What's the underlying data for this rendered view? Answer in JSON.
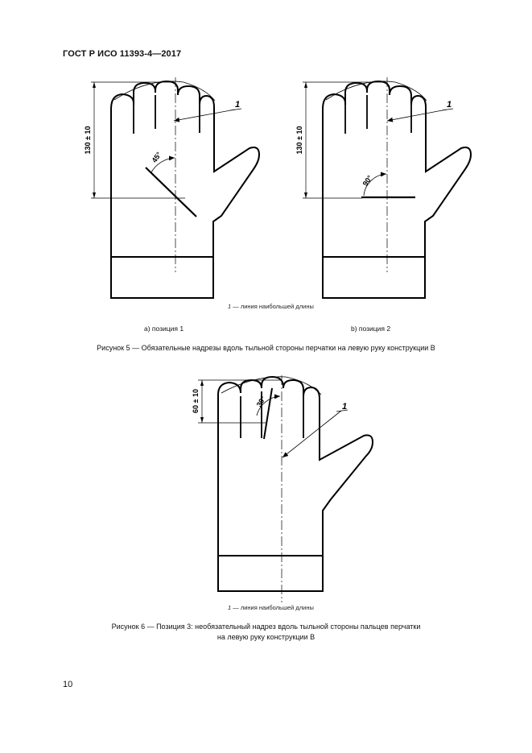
{
  "header": {
    "standard": "ГОСТ Р ИСО 11393-4—2017"
  },
  "figure5": {
    "dim_label": "130 ± 10",
    "callout": "1",
    "angle_a": "45°",
    "angle_b": "90°",
    "legend_num": "1",
    "legend_text": " — линия наибольшей длины",
    "sub_a": "a) позиция 1",
    "sub_b": "b) позиция 2",
    "caption": "Рисунок 5 — Обязательные надрезы вдоль тыльной стороны перчатки на левую руку конструкции B"
  },
  "figure6": {
    "dim_label": "60 ± 10",
    "callout": "1",
    "angle": "30°",
    "legend_num": "1",
    "legend_text": " — линия наибольшей длины",
    "caption_line1": "Рисунок 6 — Позиция 3: необязательный надрез вдоль тыльной стороны пальцев перчатки",
    "caption_line2": "на левую руку конструкции B"
  },
  "page_number": "10"
}
